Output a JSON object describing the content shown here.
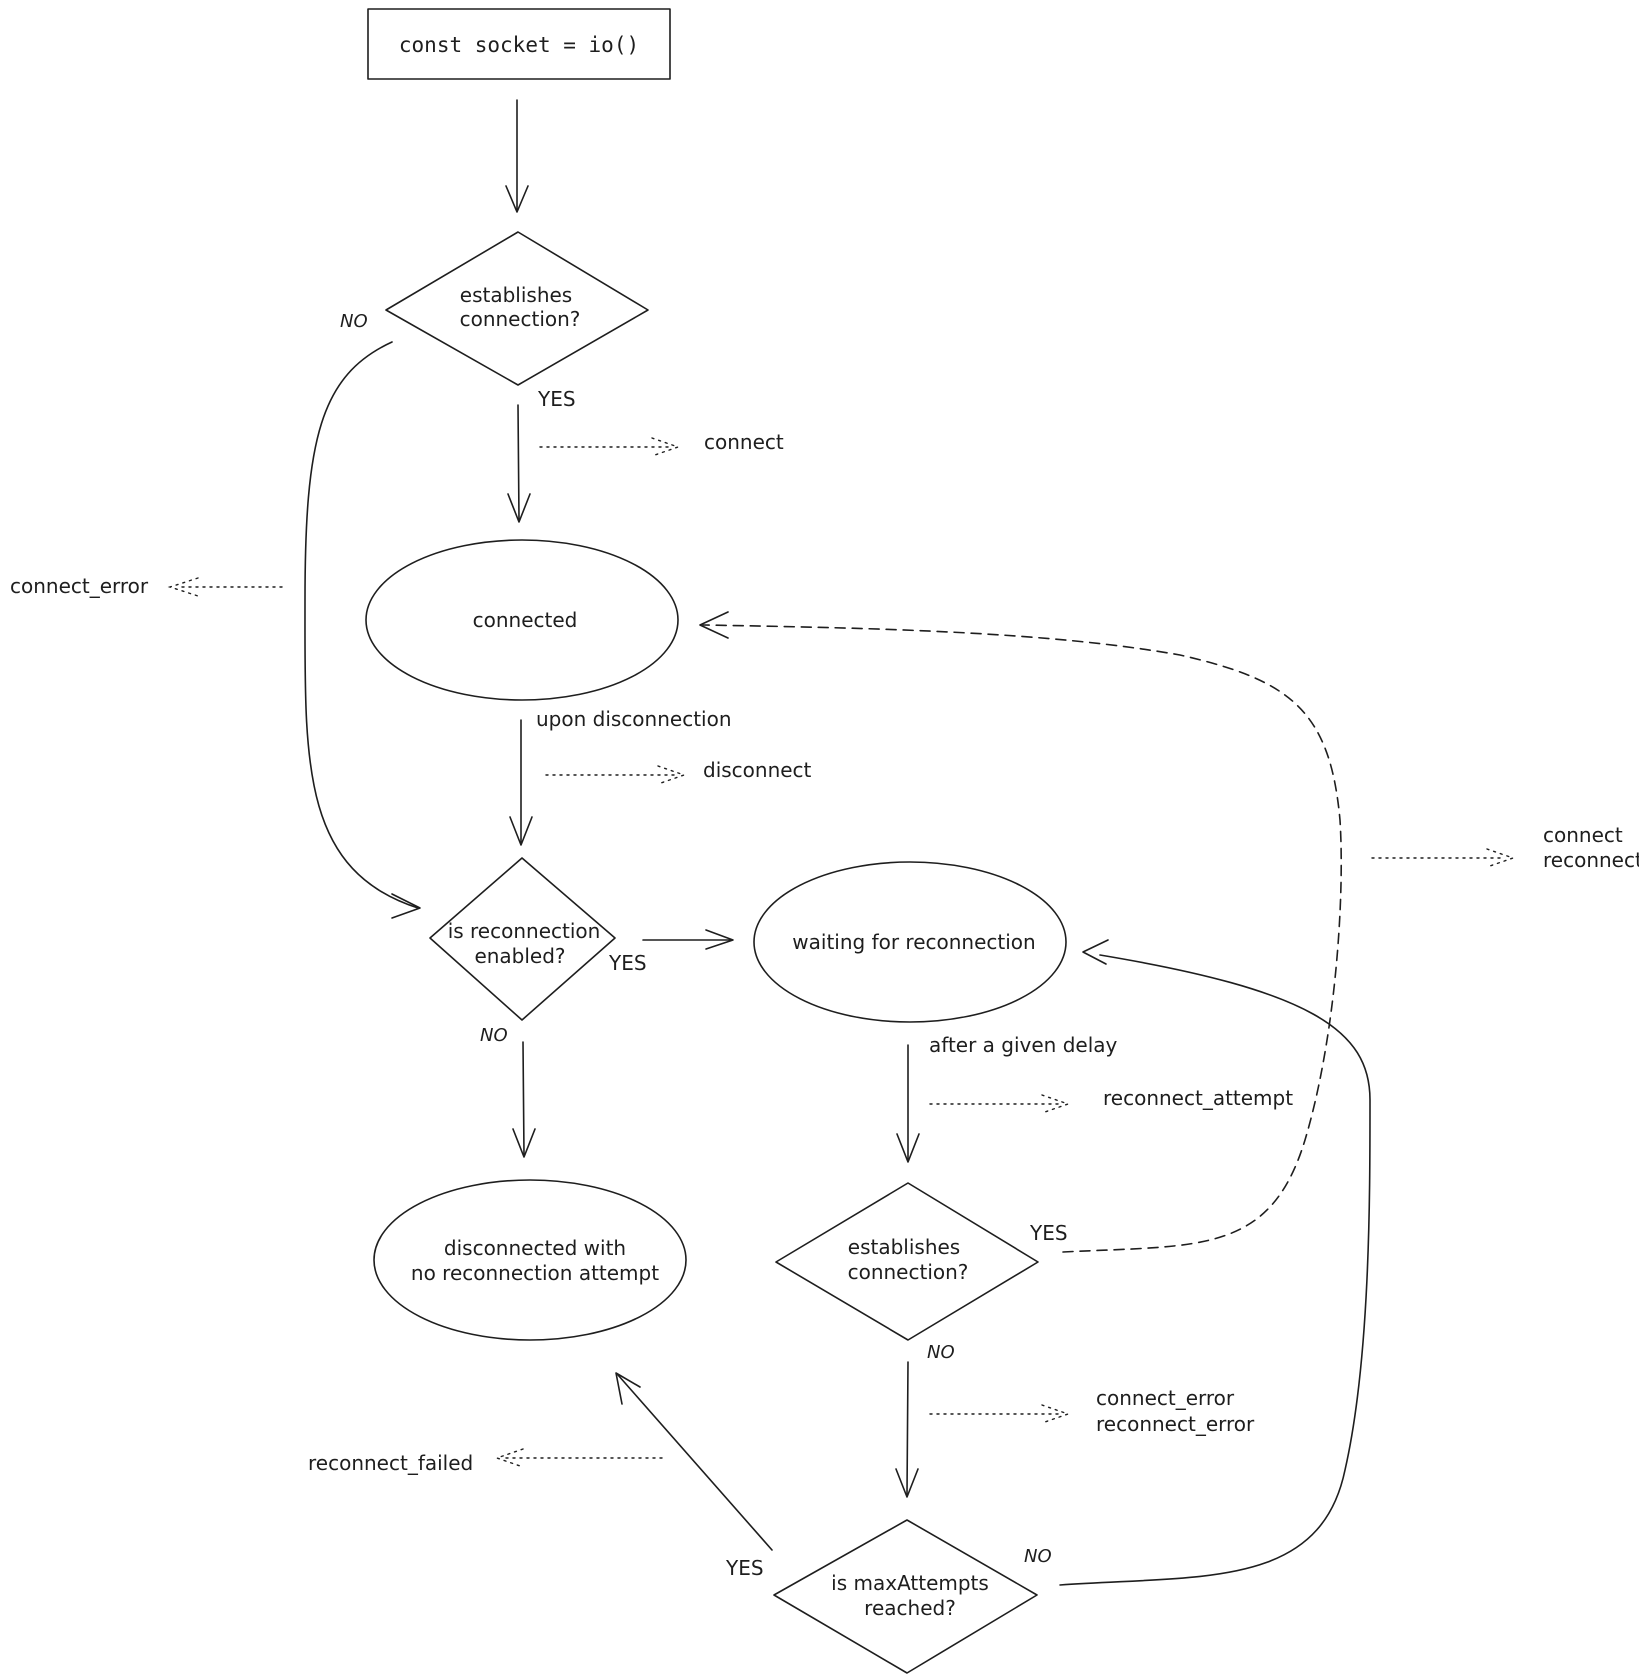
{
  "nodes": {
    "start": "const socket = io()",
    "establishes1": [
      "establishes",
      "connection?"
    ],
    "connected": "connected",
    "reconnection_enabled": [
      "is reconnection",
      "enabled?"
    ],
    "waiting": "waiting for reconnection",
    "disconnected_final": [
      "disconnected with",
      "no reconnection attempt"
    ],
    "establishes2": [
      "establishes",
      "connection?"
    ],
    "max_attempts": [
      "is maxAttempts",
      "reached?"
    ]
  },
  "edge_labels": {
    "no_1": "NO",
    "yes_1": "YES",
    "upon_disconnection": "upon disconnection",
    "yes_enabled": "YES",
    "no_enabled": "NO",
    "after_delay": "after a given delay",
    "yes_2": "YES",
    "no_2": "NO",
    "yes_max": "YES",
    "no_max": "NO"
  },
  "events": {
    "connect": "connect",
    "connect_error_1": "connect_error",
    "disconnect": "disconnect",
    "connect_reconnect": [
      "connect",
      "reconnect"
    ],
    "reconnect_attempt": "reconnect_attempt",
    "connect_error_2": [
      "connect_error",
      "reconnect_error"
    ],
    "reconnect_failed": "reconnect_failed"
  }
}
